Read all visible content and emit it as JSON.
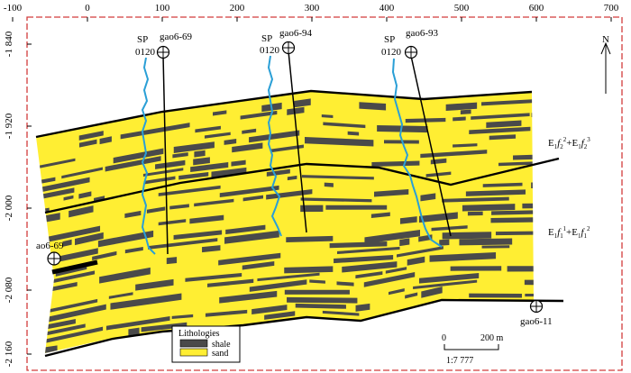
{
  "axes": {
    "x_ticks": [
      "-100",
      "0",
      "100",
      "200",
      "300",
      "400",
      "500",
      "600",
      "700"
    ],
    "y_ticks": [
      "-1 840",
      "-1 920",
      "-2 000",
      "-2 080",
      "-2 160"
    ]
  },
  "wells": [
    {
      "name": "gao6-69",
      "sp_label": "SP",
      "sp_scale": "0120"
    },
    {
      "name": "gao6-94",
      "sp_label": "SP",
      "sp_scale": "0120"
    },
    {
      "name": "gao6-93",
      "sp_label": "SP",
      "sp_scale": "0120"
    }
  ],
  "side_wells": {
    "left": "ao6-69",
    "right": "gao6-11"
  },
  "formations": {
    "upper": {
      "base": "E",
      "sub1": "1",
      "letter1": "f",
      "sub2": "2",
      "sup2": "2",
      "plus": "+E",
      "sub3": "1",
      "letter2": "f",
      "sub4": "2",
      "sup4": "3"
    },
    "lower": {
      "base": "E",
      "sub1": "1",
      "letter1": "f",
      "sub2": "1",
      "sup2": "1",
      "plus": "+E",
      "sub3": "1",
      "letter2": "f",
      "sub4": "1",
      "sup4": "2"
    }
  },
  "north": "N",
  "legend": {
    "title": "Lithologies",
    "items": [
      {
        "label": "shale",
        "color": "#4a4a4a"
      },
      {
        "label": "sand",
        "color": "#ffee33"
      }
    ]
  },
  "scale_bar": {
    "zero": "0",
    "length": "200 m",
    "ratio": "1:7 777"
  },
  "colors": {
    "sand": "#ffee33",
    "shale": "#4a4a4a",
    "sp_curve": "#2a9fd6",
    "frame_dash": "#d23c3c"
  }
}
